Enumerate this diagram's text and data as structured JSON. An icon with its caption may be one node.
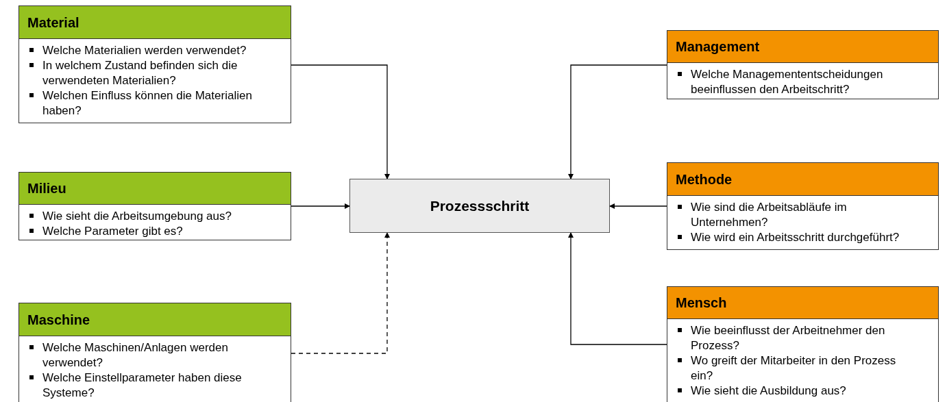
{
  "diagram": {
    "nodes": [
      {
        "text": [
          "Material",
          "Welche Materialien werden verwendet?",
          "In welchem Zustand befinden sich die verwendeten Materialien?",
          "Welchen Einfluss können die Materialien haben?"
        ]
      },
      {
        "text": [
          "Milieu",
          "Wie sieht die Arbeitsumgebung aus?",
          "Welche Parameter gibt es?"
        ]
      },
      {
        "text": [
          "Maschine",
          "Welche Maschinen/Anlagen werden verwendet?",
          "Welche Einstellparameter haben diese Systeme?"
        ]
      },
      {
        "text": [
          "Prozessschritt"
        ]
      },
      {
        "text": [
          "Management",
          "Welche Managemententscheidungen beeinflussen den Arbeitschritt?"
        ]
      },
      {
        "text": [
          "Methode",
          "Wie sind die Arbeitsabläufe im Unternehmen?",
          "Wie wird ein Arbeitsschritt durchgeführt?"
        ]
      },
      {
        "text": [
          "Mensch",
          "Wie beeinflusst der Arbeitnehmer den Prozess?",
          "Wo greift der Mitarbeiter in den Prozess ein?",
          "Wie sieht die Ausbildung aus?"
        ]
      }
    ],
    "edges": [
      {
        "from": 0,
        "to": 3,
        "arrow": "to"
      },
      {
        "from": 1,
        "to": 3,
        "arrow": "to"
      },
      {
        "from": 2,
        "to": 3,
        "arrow": "to",
        "style": "dashed"
      },
      {
        "from": 4,
        "to": 3,
        "arrow": "to"
      },
      {
        "from": 5,
        "to": 3,
        "arrow": "to"
      },
      {
        "from": 6,
        "to": 3,
        "arrow": "to"
      }
    ]
  }
}
